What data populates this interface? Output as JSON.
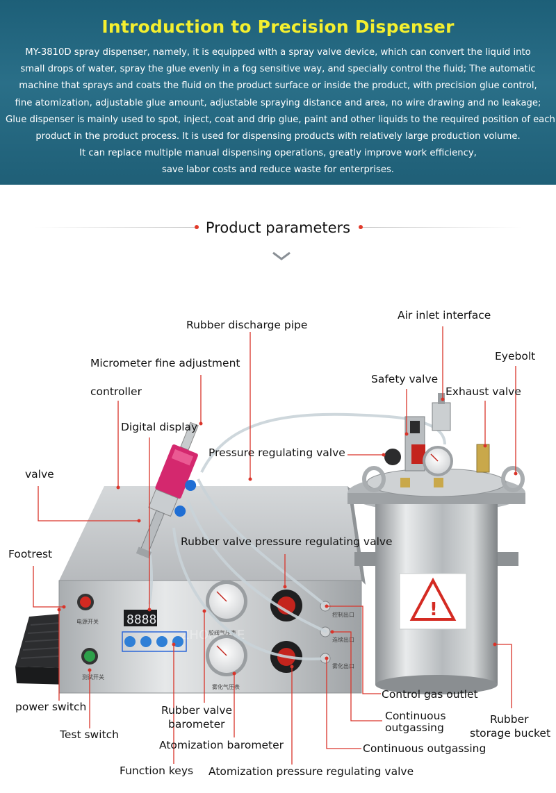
{
  "banner": {
    "title": "Introduction to Precision Dispenser",
    "paragraph_lines": [
      "MY-3810D spray dispenser, namely, it is equipped with a spray valve device, which can convert the liquid into",
      "small drops of water, spray the glue evenly in a fog sensitive way, and specially control the fluid; The automatic",
      "machine that sprays and coats the fluid on the product surface or inside the product, with precision glue control,",
      "fine atomization, adjustable glue amount, adjustable spraying distance and area, no wire drawing and no leakage;",
      "Glue dispenser is mainly used to spot, inject, coat and drip glue, paint and other liquids to the required position of each",
      "product in the product process. It is used for dispensing products with relatively large production volume.",
      "It can replace multiple manual dispensing operations, greatly improve work efficiency,",
      "save labor costs and reduce waste for enterprises."
    ]
  },
  "section": {
    "title": "Product parameters"
  },
  "labels": {
    "rubber_discharge_pipe": "Rubber discharge pipe",
    "air_inlet_interface": "Air inlet interface",
    "eyebolt": "Eyebolt",
    "micrometer_fine_adjustment": "Micrometer fine adjustment",
    "safety_valve": "Safety valve",
    "exhaust_valve": "Exhaust valve",
    "controller": "controller",
    "digital_display": "Digital display",
    "pressure_regulating_valve": "Pressure regulating valve",
    "valve": "valve",
    "rubber_valve_pressure_regulating_valve": "Rubber valve pressure regulating valve",
    "footrest": "Footrest",
    "control_gas_outlet": "Control gas outlet",
    "power_switch": "power switch",
    "rubber_valve_barometer_line1": "Rubber valve",
    "rubber_valve_barometer_line2": "barometer",
    "continuous_outgassing_1_line1": "Continuous",
    "continuous_outgassing_1_line2": "outgassing",
    "rubber_storage_bucket_line1": "Rubber",
    "rubber_storage_bucket_line2": "storage bucket",
    "test_switch": "Test switch",
    "atomization_barometer": "Atomization barometer",
    "continuous_outgassing_2": "Continuous outgassing",
    "function_keys": "Function keys",
    "atomization_pressure_regulating_valve": "Atomization pressure regulating valve"
  },
  "device_panel": {
    "display_digits": "8888",
    "power_switch_text": "电源开关",
    "test_switch_text": "测试开关",
    "ports": [
      "控制出口",
      "连续出口",
      "雾化出口"
    ],
    "gauges": [
      "胶阀气压表",
      "雾化气压表"
    ],
    "watermark": "ZHONGHE"
  },
  "colors": {
    "banner_bg": "#1f5f77",
    "title_yellow": "#f4ef2f",
    "leader_red": "#d9342a",
    "steel": "#bfc3c6"
  }
}
